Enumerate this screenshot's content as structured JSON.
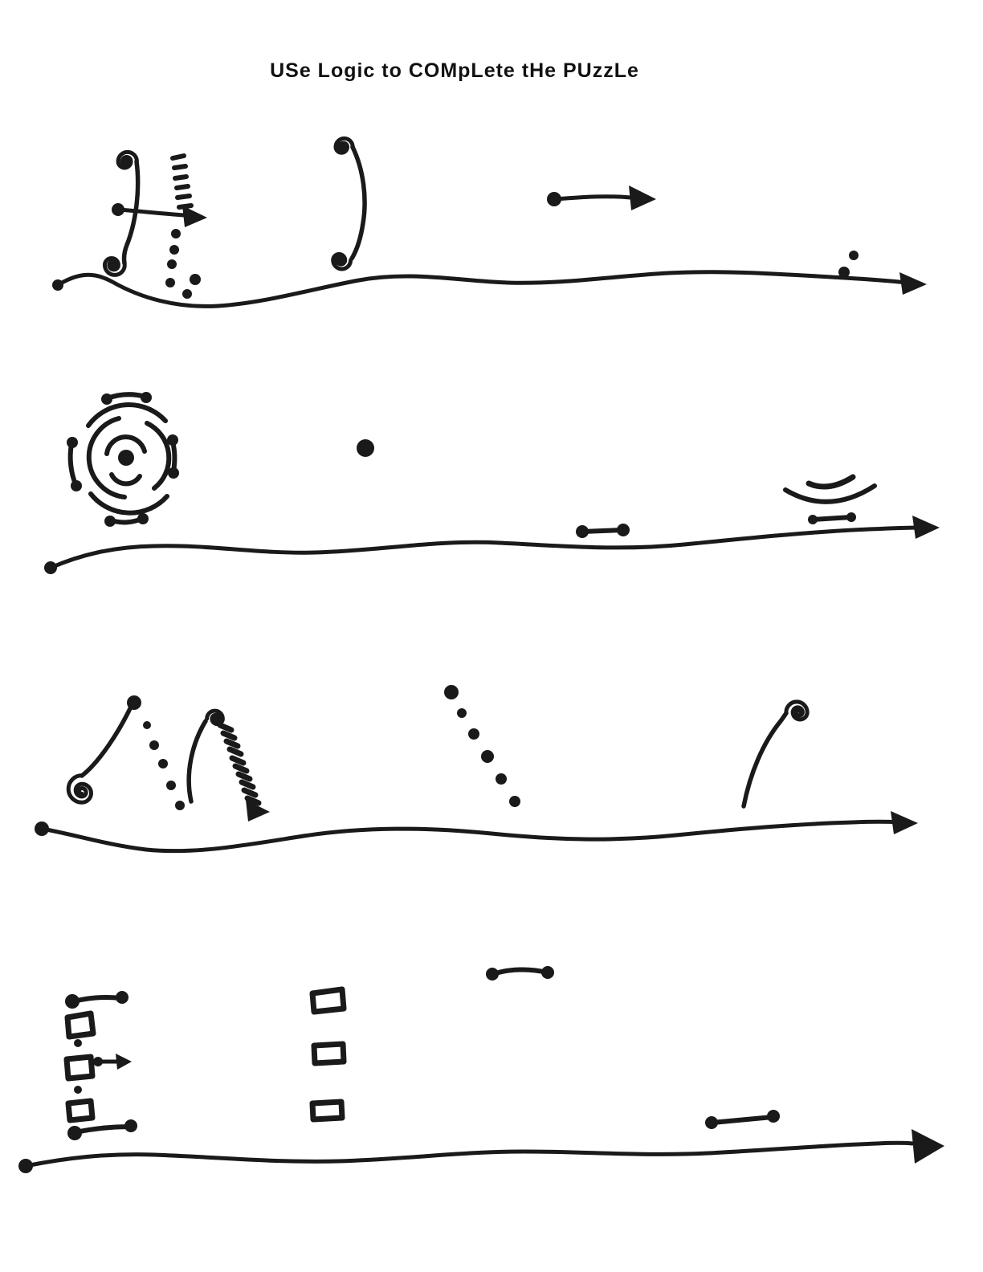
{
  "title": "USe Logic to COMpLete tHe PUzzLe",
  "page": {
    "background_color": "#ffffff",
    "ink_color": "#1a1a1a"
  },
  "rows": [
    {
      "label": "row-1",
      "baseline_icon": "wavy-arrow-line-with-start-dot",
      "items": [
        {
          "icon": "double-spiral-stroke-with-cross-arrow-dashed-line-and-dot-trail"
        },
        {
          "icon": "double-spiral-bracket"
        },
        {
          "icon": "dot-tail-arrow-right"
        },
        {
          "icon": "two-dots"
        }
      ]
    },
    {
      "label": "row-2",
      "baseline_icon": "wavy-arrow-line-with-start-dot",
      "items": [
        {
          "icon": "concentric-orbit-target-with-satellite-segments"
        },
        {
          "icon": "large-dot"
        },
        {
          "icon": "dot-ended-segment"
        },
        {
          "icon": "nested-smile-arcs-with-dot-segment"
        }
      ]
    },
    {
      "label": "row-3",
      "baseline_icon": "wavy-arrow-line-with-start-dot",
      "items": [
        {
          "icon": "m-figure-spirals-dot-trail-hatched-arrow"
        },
        {
          "icon": "diagonal-dot-trail"
        },
        {
          "icon": "spiral-crozier-curve"
        }
      ]
    },
    {
      "label": "row-4",
      "baseline_icon": "wavy-arrow-line-with-start-dot",
      "items": [
        {
          "icon": "square-ladder-with-dots-segments-and-arrow"
        },
        {
          "icon": "three-square-column"
        },
        {
          "icon": "dot-ended-segment-top"
        },
        {
          "icon": "dot-ended-segment-right"
        }
      ]
    }
  ]
}
